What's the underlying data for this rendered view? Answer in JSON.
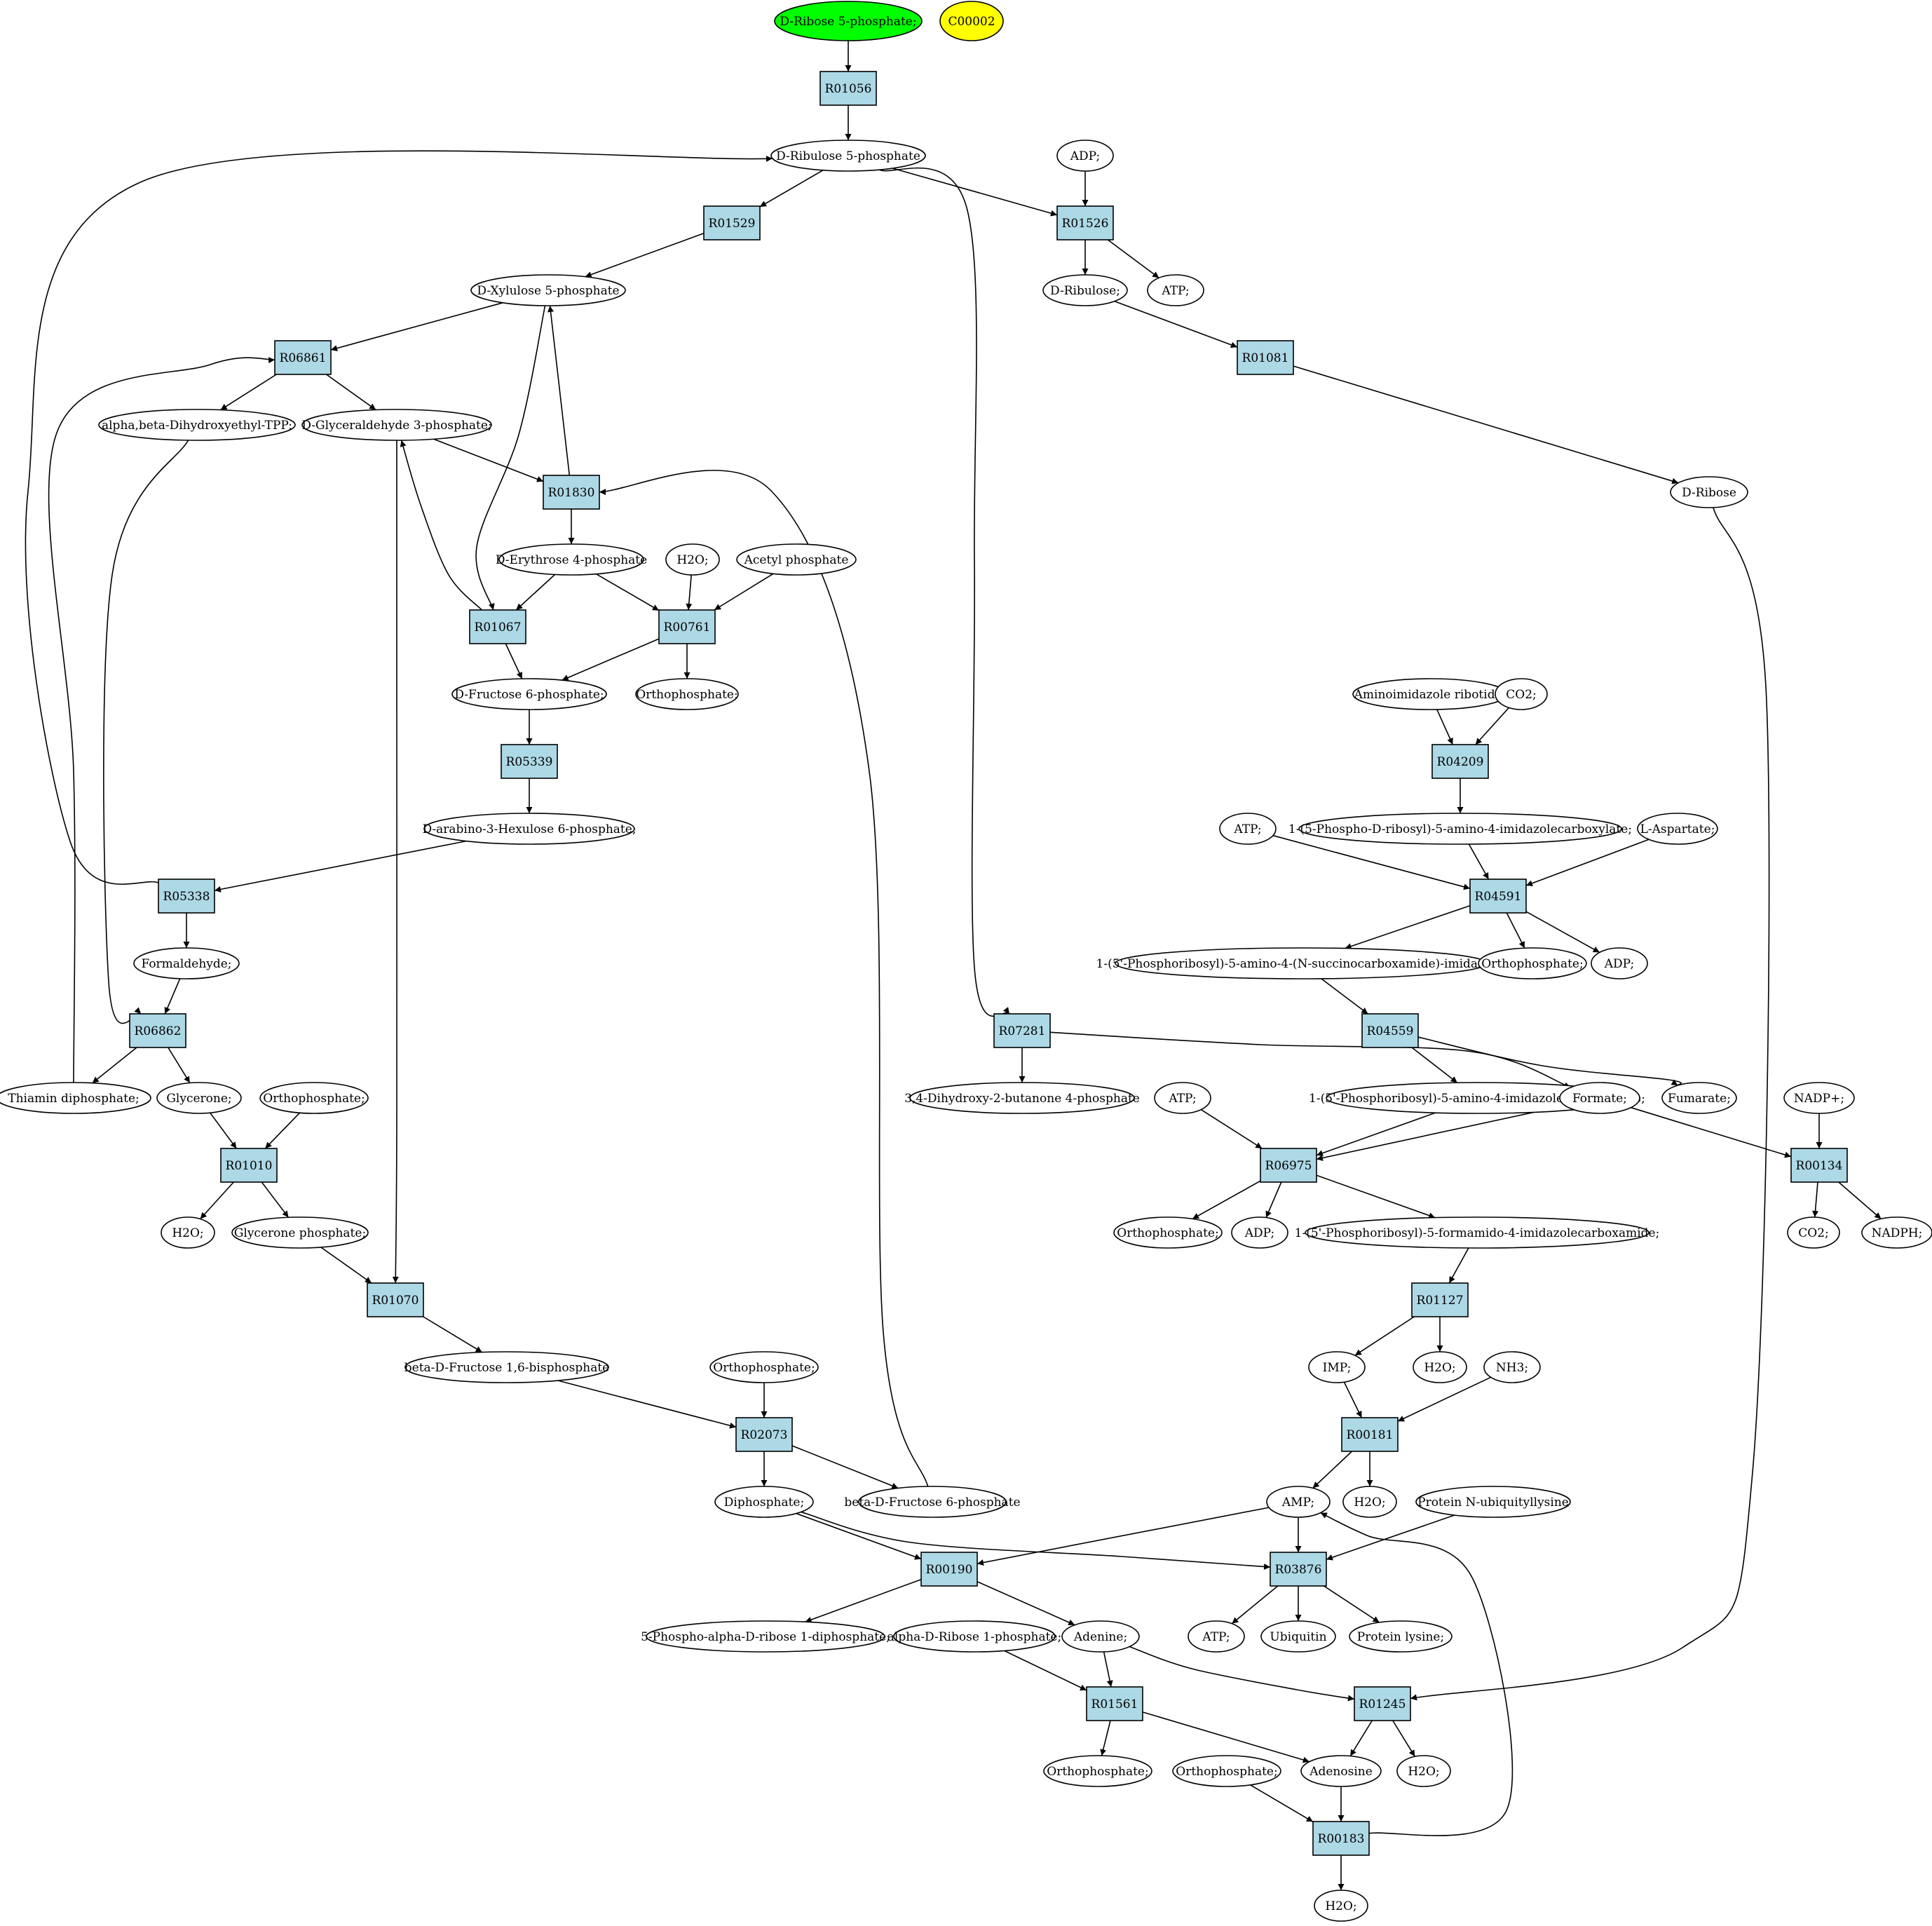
{
  "colors": {
    "reaction_fill": "#add8e6",
    "start_fill": "#00ff00",
    "highlight_fill": "#ffff00",
    "compound_fill": "#ffffff"
  },
  "compounds": [
    {
      "id": "c_dr5p",
      "label": "D-Ribose 5-phosphate;",
      "fill": "#00ff00"
    },
    {
      "id": "c_c00002",
      "label": "C00002",
      "fill": "#ffff00"
    },
    {
      "id": "c_dru5p",
      "label": "D-Ribulose 5-phosphate"
    },
    {
      "id": "c_adp1",
      "label": "ADP;"
    },
    {
      "id": "c_dxu5p",
      "label": "D-Xylulose 5-phosphate"
    },
    {
      "id": "c_dribulose",
      "label": "D-Ribulose;"
    },
    {
      "id": "c_atp1",
      "label": "ATP;"
    },
    {
      "id": "c_abdtpp",
      "label": "alpha,beta-Dihydroxyethyl-TPP;"
    },
    {
      "id": "c_dg3p",
      "label": "D-Glyceraldehyde 3-phosphate;"
    },
    {
      "id": "c_dribose",
      "label": "D-Ribose"
    },
    {
      "id": "c_de4p",
      "label": "D-Erythrose 4-phosphate"
    },
    {
      "id": "c_h2o1",
      "label": "H2O;"
    },
    {
      "id": "c_acetylp",
      "label": "Acetyl phosphate"
    },
    {
      "id": "c_df6p",
      "label": "D-Fructose 6-phosphate;"
    },
    {
      "id": "c_pi1",
      "label": "Orthophosphate;"
    },
    {
      "id": "c_air",
      "label": "Aminoimidazole ribotide;"
    },
    {
      "id": "c_co2a",
      "label": "CO2;"
    },
    {
      "id": "c_dah6p",
      "label": "D-arabino-3-Hexulose 6-phosphate;"
    },
    {
      "id": "c_atp2",
      "label": "ATP;"
    },
    {
      "id": "c_cair",
      "label": "1-(5-Phospho-D-ribosyl)-5-amino-4-imidazolecarboxylate;"
    },
    {
      "id": "c_asp",
      "label": "L-Aspartate;"
    },
    {
      "id": "c_hcho",
      "label": "Formaldehyde;"
    },
    {
      "id": "c_saicar",
      "label": "1-(5'-Phosphoribosyl)-5-amino-4-(N-succinocarboxamide)-imidazole;"
    },
    {
      "id": "c_pi2",
      "label": "Orthophosphate;"
    },
    {
      "id": "c_adp2",
      "label": "ADP;"
    },
    {
      "id": "c_thdp",
      "label": "Thiamin diphosphate;"
    },
    {
      "id": "c_glycerone",
      "label": "Glycerone;"
    },
    {
      "id": "c_pi3",
      "label": "Orthophosphate;"
    },
    {
      "id": "c_dhbp",
      "label": "3,4-Dihydroxy-2-butanone 4-phosphate"
    },
    {
      "id": "c_atp3",
      "label": "ATP;"
    },
    {
      "id": "c_aicar",
      "label": "1-(5'-Phosphoribosyl)-5-amino-4-imidazolecarboxamide;"
    },
    {
      "id": "c_formate",
      "label": "Formate;"
    },
    {
      "id": "c_fumarate",
      "label": "Fumarate;"
    },
    {
      "id": "c_nadp",
      "label": "NADP+;"
    },
    {
      "id": "c_h2o2",
      "label": "H2O;"
    },
    {
      "id": "c_glyp",
      "label": "Glycerone phosphate;"
    },
    {
      "id": "c_pi4",
      "label": "Orthophosphate;"
    },
    {
      "id": "c_adp3",
      "label": "ADP;"
    },
    {
      "id": "c_faicar",
      "label": "1-(5'-Phosphoribosyl)-5-formamido-4-imidazolecarboxamide;"
    },
    {
      "id": "c_co2b",
      "label": "CO2;"
    },
    {
      "id": "c_nadph",
      "label": "NADPH;"
    },
    {
      "id": "c_bdf16bp",
      "label": "beta-D-Fructose 1,6-bisphosphate"
    },
    {
      "id": "c_pi5",
      "label": "Orthophosphate;"
    },
    {
      "id": "c_imp",
      "label": "IMP;"
    },
    {
      "id": "c_h2o3",
      "label": "H2O;"
    },
    {
      "id": "c_nh3",
      "label": "NH3;"
    },
    {
      "id": "c_ppi",
      "label": "Diphosphate;"
    },
    {
      "id": "c_bdf6p",
      "label": "beta-D-Fructose 6-phosphate"
    },
    {
      "id": "c_amp",
      "label": "AMP;"
    },
    {
      "id": "c_h2o4",
      "label": "H2O;"
    },
    {
      "id": "c_protub",
      "label": "Protein N-ubiquityllysine"
    },
    {
      "id": "c_prpp",
      "label": "5-Phospho-alpha-D-ribose 1-diphosphate;"
    },
    {
      "id": "c_adr1p",
      "label": "alpha-D-Ribose 1-phosphate;"
    },
    {
      "id": "c_adenine",
      "label": "Adenine;"
    },
    {
      "id": "c_atp4",
      "label": "ATP;"
    },
    {
      "id": "c_ubiquitin",
      "label": "Ubiquitin"
    },
    {
      "id": "c_protlys",
      "label": "Protein lysine;"
    },
    {
      "id": "c_pi6",
      "label": "Orthophosphate;"
    },
    {
      "id": "c_pi7",
      "label": "Orthophosphate;"
    },
    {
      "id": "c_adenosine",
      "label": "Adenosine"
    },
    {
      "id": "c_h2o5",
      "label": "H2O;"
    },
    {
      "id": "c_h2o6",
      "label": "H2O;"
    }
  ],
  "reactions": [
    {
      "id": "R01056",
      "label": "R01056"
    },
    {
      "id": "R01529",
      "label": "R01529"
    },
    {
      "id": "R01526",
      "label": "R01526"
    },
    {
      "id": "R06861",
      "label": "R06861"
    },
    {
      "id": "R01081",
      "label": "R01081"
    },
    {
      "id": "R01830",
      "label": "R01830"
    },
    {
      "id": "R01067",
      "label": "R01067"
    },
    {
      "id": "R00761",
      "label": "R00761"
    },
    {
      "id": "R05339",
      "label": "R05339"
    },
    {
      "id": "R04209",
      "label": "R04209"
    },
    {
      "id": "R05338",
      "label": "R05338"
    },
    {
      "id": "R04591",
      "label": "R04591"
    },
    {
      "id": "R06862",
      "label": "R06862"
    },
    {
      "id": "R07281",
      "label": "R07281"
    },
    {
      "id": "R04559",
      "label": "R04559"
    },
    {
      "id": "R01010",
      "label": "R01010"
    },
    {
      "id": "R06975",
      "label": "R06975"
    },
    {
      "id": "R00134",
      "label": "R00134"
    },
    {
      "id": "R01070",
      "label": "R01070"
    },
    {
      "id": "R01127",
      "label": "R01127"
    },
    {
      "id": "R02073",
      "label": "R02073"
    },
    {
      "id": "R00181",
      "label": "R00181"
    },
    {
      "id": "R00190",
      "label": "R00190"
    },
    {
      "id": "R03876",
      "label": "R03876"
    },
    {
      "id": "R01561",
      "label": "R01561"
    },
    {
      "id": "R01245",
      "label": "R01245"
    },
    {
      "id": "R00183",
      "label": "R00183"
    }
  ]
}
